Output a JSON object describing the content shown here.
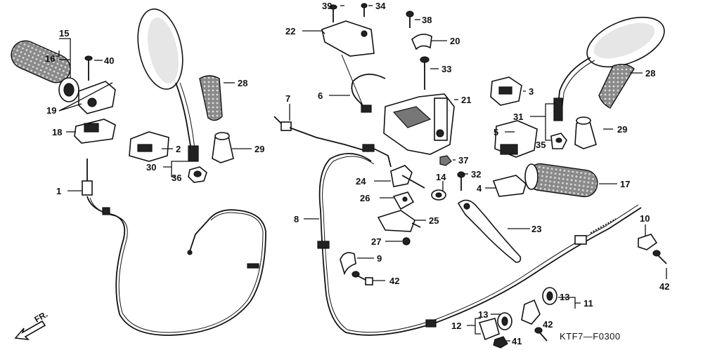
{
  "diagram": {
    "code": "KTF7—F0300",
    "direction_label": "FR.",
    "callouts": {
      "c1": "1",
      "c2": "2",
      "c3": "3",
      "c4": "4",
      "c5": "5",
      "c6": "6",
      "c7": "7",
      "c8": "8",
      "c9": "9",
      "c10": "10",
      "c11": "11",
      "c12": "12",
      "c13a": "13",
      "c13b": "13",
      "c14": "14",
      "c15": "15",
      "c16": "16",
      "c17": "17",
      "c18": "18",
      "c19": "19",
      "c20": "20",
      "c21": "21",
      "c22": "22",
      "c23": "23",
      "c24": "24",
      "c25": "25",
      "c26": "26",
      "c27": "27",
      "c28a": "28",
      "c28b": "28",
      "c29a": "29",
      "c29b": "29",
      "c30": "30",
      "c31": "31",
      "c32": "32",
      "c33": "33",
      "c34": "34",
      "c35": "35",
      "c36": "36",
      "c37": "37",
      "c38": "38",
      "c39": "39",
      "c40": "40",
      "c41": "41",
      "c42a": "42",
      "c42b": "42",
      "c42c": "42"
    }
  }
}
